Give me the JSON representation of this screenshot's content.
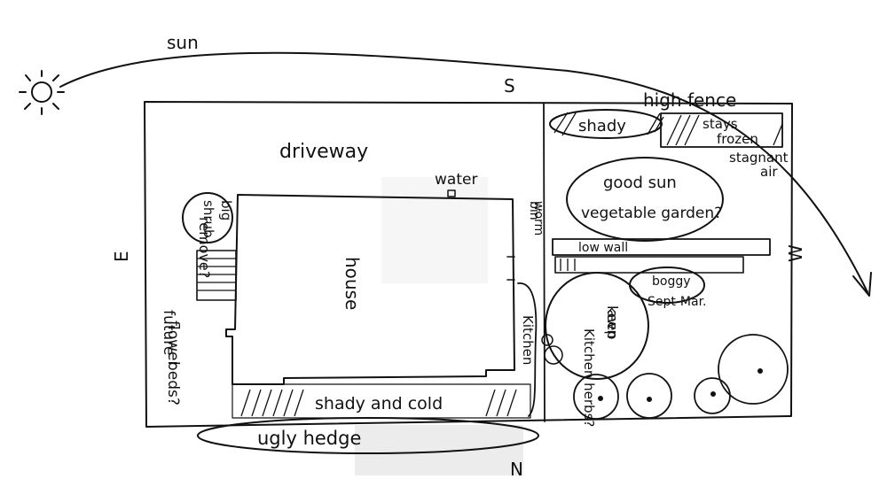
{
  "diagram": {
    "sun": "sun",
    "compass": {
      "south": "S",
      "north": "N",
      "east": "E",
      "west": "W"
    },
    "labels": {
      "high_fence": "high fence",
      "shady": "shady",
      "stays_frozen_1": "stays",
      "stays_frozen_2": "frozen",
      "stagnant_air_1": "stagnant",
      "stagnant_air_2": "air",
      "driveway": "driveway",
      "water": "water",
      "worm_bin_1": "worm",
      "worm_bin_2": "bin",
      "big_shrub_1": "big",
      "big_shrub_2": "shrub",
      "remove": "remove?",
      "house": "house",
      "good_sun": "good sun",
      "vegetable_garden": "vegetable garden?",
      "low_wall": "low wall",
      "boggy_1": "boggy",
      "boggy_2": "Sept-Mar.",
      "lawn_1": "lawn",
      "lawn_2": "keep",
      "kitchen": "Kitchen",
      "kitchen_herbs": "Kitchen herbs?",
      "future_1": "future",
      "future_2": "flower",
      "future_3": "beds?",
      "shady_cold": "shady and cold",
      "ugly_hedge": "ugly hedge"
    },
    "colors": {
      "ink": "#111111",
      "paper": "#ffffff"
    }
  }
}
